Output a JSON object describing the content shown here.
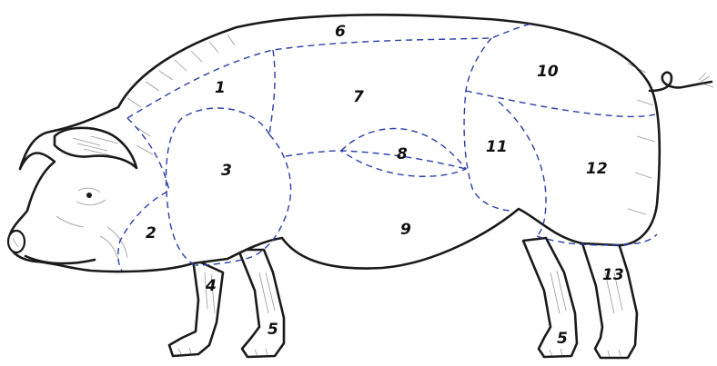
{
  "diagram": {
    "outline_color": "#1a1a1a",
    "cut_line_color": "#2b3ea8",
    "labels": [
      "1",
      "2",
      "3",
      "4",
      "5",
      "5",
      "6",
      "7",
      "8",
      "9",
      "10",
      "11",
      "12",
      "13"
    ]
  }
}
